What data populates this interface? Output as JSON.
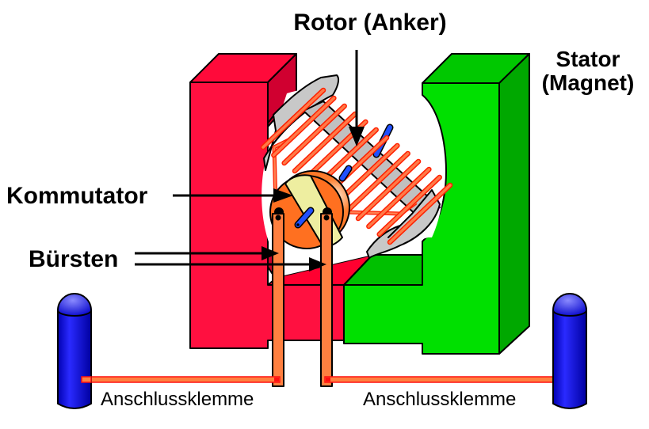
{
  "diagram": {
    "title": "Gleichstrommotor",
    "labels": {
      "rotor": "Rotor (Anker)",
      "stator_line1": "Stator",
      "stator_line2": "(Magnet)",
      "kommutator": "Kommutator",
      "buersten": "Bürsten",
      "terminal_left": "Anschlussklemme",
      "terminal_right": "Anschlussklemme"
    },
    "colors": {
      "stator_north": "#ff1040",
      "stator_north_side": "#d00030",
      "stator_south": "#00e000",
      "stator_south_side": "#00a800",
      "rotor_core": "#c8c8c8",
      "winding": "#ff7040",
      "winding_edge": "#ff2000",
      "commutator": "#ff7020",
      "commutator_segment": "#eeeea0",
      "shaft": "#2040ff",
      "brush": "#ff8040",
      "terminal": "#1010e0"
    }
  }
}
